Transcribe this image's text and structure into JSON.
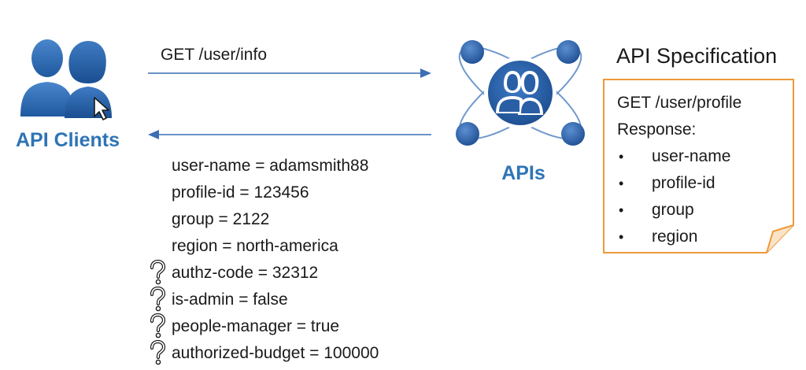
{
  "clients": {
    "label": "API Clients",
    "icon": "users-icon"
  },
  "request": {
    "label": "GET /user/info"
  },
  "response": {
    "fields": [
      {
        "text": "user-name = adamsmith88",
        "flagged": false
      },
      {
        "text": "profile-id = 123456",
        "flagged": false
      },
      {
        "text": "group = 2122",
        "flagged": false
      },
      {
        "text": "region = north-america",
        "flagged": false
      },
      {
        "text": "authz-code = 32312",
        "flagged": true
      },
      {
        "text": "is-admin = false",
        "flagged": true
      },
      {
        "text": "people-manager = true",
        "flagged": true
      },
      {
        "text": "authorized-budget = 100000",
        "flagged": true
      }
    ]
  },
  "apis": {
    "label": "APIs",
    "icon": "atom-users-icon"
  },
  "spec": {
    "title": "API Specification",
    "endpoint": "GET /user/profile",
    "response_label": "Response:",
    "fields": [
      "user-name",
      "profile-id",
      "group",
      "region"
    ]
  },
  "colors": {
    "brand_blue": "#2e74b5",
    "icon_blue": "#2f5f9e",
    "arrow": "#3b6fb3",
    "spec_border": "#ed9a3b"
  }
}
